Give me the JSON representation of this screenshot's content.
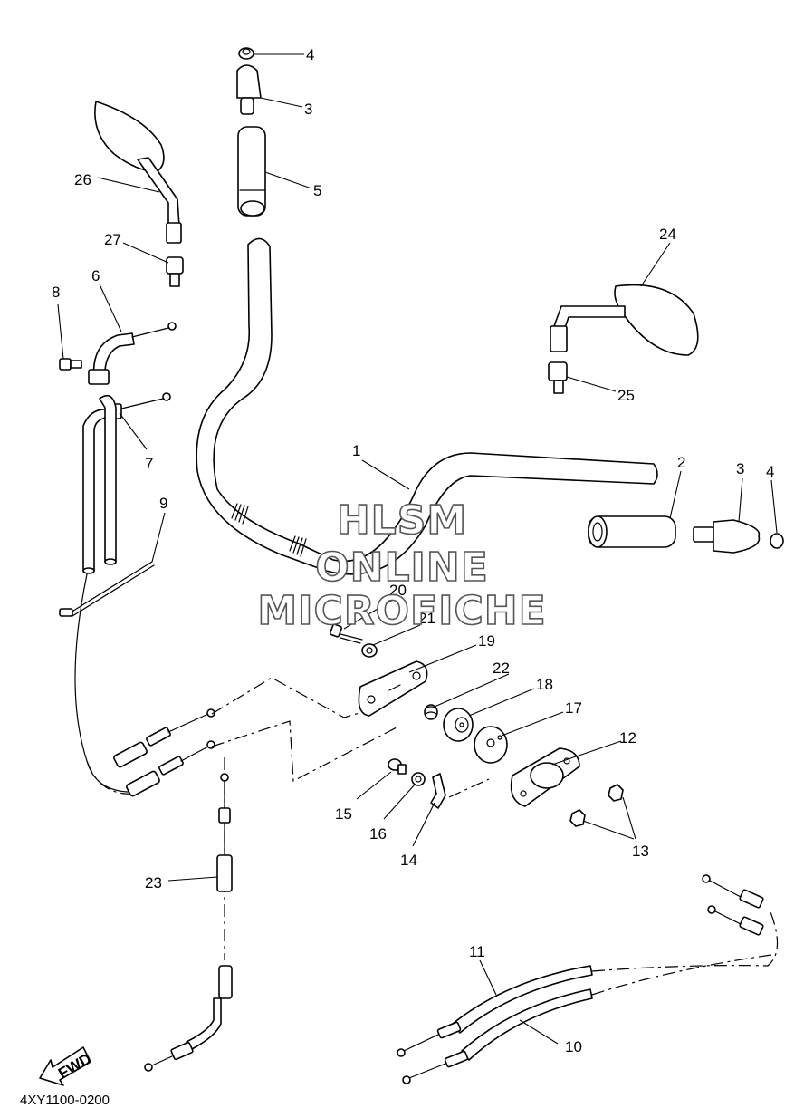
{
  "watermark": {
    "line1": "HLSM",
    "line2": "ONLINE",
    "line3": "MICROFICHE"
  },
  "direction_arrow_label": "FWD",
  "drawing_number": "4XY1100-0200",
  "callouts": [
    {
      "id": "c4a",
      "text": "4"
    },
    {
      "id": "c3a",
      "text": "3"
    },
    {
      "id": "c5",
      "text": "5"
    },
    {
      "id": "c26",
      "text": "26"
    },
    {
      "id": "c27",
      "text": "27"
    },
    {
      "id": "c6",
      "text": "6"
    },
    {
      "id": "c8",
      "text": "8"
    },
    {
      "id": "c7",
      "text": "7"
    },
    {
      "id": "c9",
      "text": "9"
    },
    {
      "id": "c24",
      "text": "24"
    },
    {
      "id": "c25",
      "text": "25"
    },
    {
      "id": "c1",
      "text": "1"
    },
    {
      "id": "c2",
      "text": "2"
    },
    {
      "id": "c3b",
      "text": "3"
    },
    {
      "id": "c4b",
      "text": "4"
    },
    {
      "id": "c20",
      "text": "20"
    },
    {
      "id": "c21",
      "text": "21"
    },
    {
      "id": "c19",
      "text": "19"
    },
    {
      "id": "c22",
      "text": "22"
    },
    {
      "id": "c18",
      "text": "18"
    },
    {
      "id": "c17",
      "text": "17"
    },
    {
      "id": "c12",
      "text": "12"
    },
    {
      "id": "c15",
      "text": "15"
    },
    {
      "id": "c16",
      "text": "16"
    },
    {
      "id": "c14",
      "text": "14"
    },
    {
      "id": "c13",
      "text": "13"
    },
    {
      "id": "c23",
      "text": "23"
    },
    {
      "id": "c11",
      "text": "11"
    },
    {
      "id": "c10",
      "text": "10"
    }
  ]
}
